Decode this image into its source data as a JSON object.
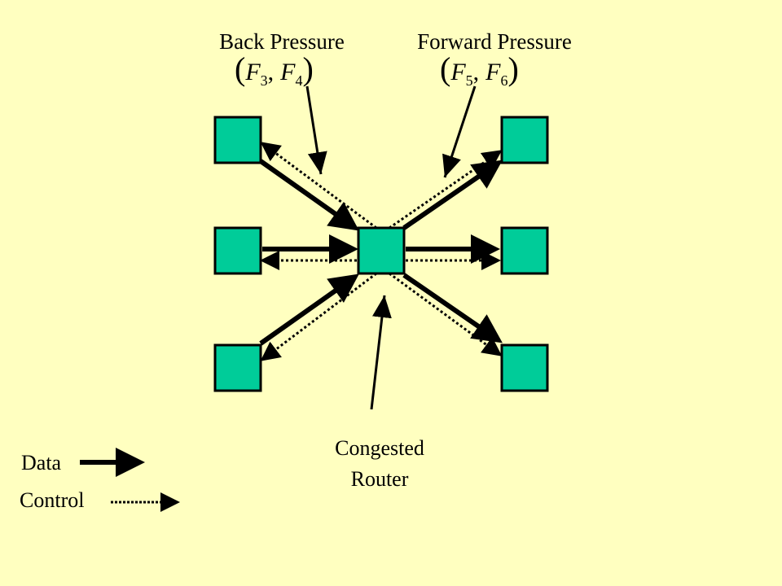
{
  "labels": {
    "back_pressure": "Back Pressure",
    "forward_pressure": "Forward Pressure",
    "congested_router_line1": "Congested",
    "congested_router_line2": "Router"
  },
  "formulas": {
    "back": {
      "var1": "F",
      "sub1": "3",
      "sep": ",",
      "var2": "F",
      "sub2": "4"
    },
    "forward": {
      "var1": "F",
      "sub1": "5",
      "sep": ",",
      "var2": "F",
      "sub2": "6"
    }
  },
  "legend": {
    "data_label": "Data",
    "control_label": "Control"
  },
  "colors": {
    "background": "#ffffc0",
    "node_fill": "#00cc99",
    "stroke": "#000000"
  }
}
